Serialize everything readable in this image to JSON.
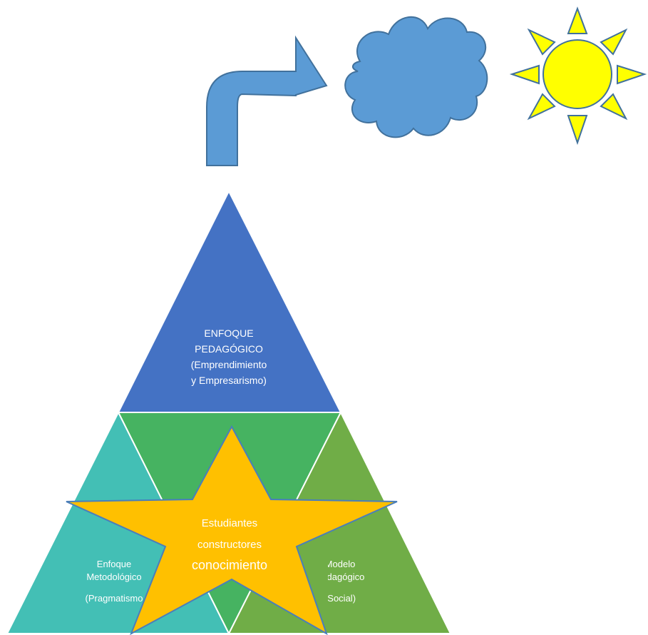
{
  "colors": {
    "top_triangle": "#4472c4",
    "center_triangle": "#46b361",
    "left_triangle": "#43bfb5",
    "right_triangle": "#70ad47",
    "star": "#ffc000",
    "star_outline": "#4a7ebb",
    "cloud": "#5b9bd5",
    "arrow": "#5b9bd5",
    "sun": "#ffff00",
    "outline": "#41719c"
  },
  "icons": [
    "bent-arrow-icon",
    "cloud-icon",
    "sun-icon",
    "star-icon"
  ],
  "top": {
    "line1": "ENFOQUE",
    "line2": "PEDAGÓGICO",
    "line3": "(Emprendimiento",
    "line4": "y Empresarismo)"
  },
  "left": {
    "line1": "Enfoque",
    "line2": "Metodológico",
    "line3": "(Pragmatismo"
  },
  "right": {
    "line1": "Modelo",
    "line2": "Pedagógico",
    "line3": "(Social)"
  },
  "star": {
    "line1": "Estudiantes",
    "line2": "constructores",
    "line3": "conocimiento"
  }
}
